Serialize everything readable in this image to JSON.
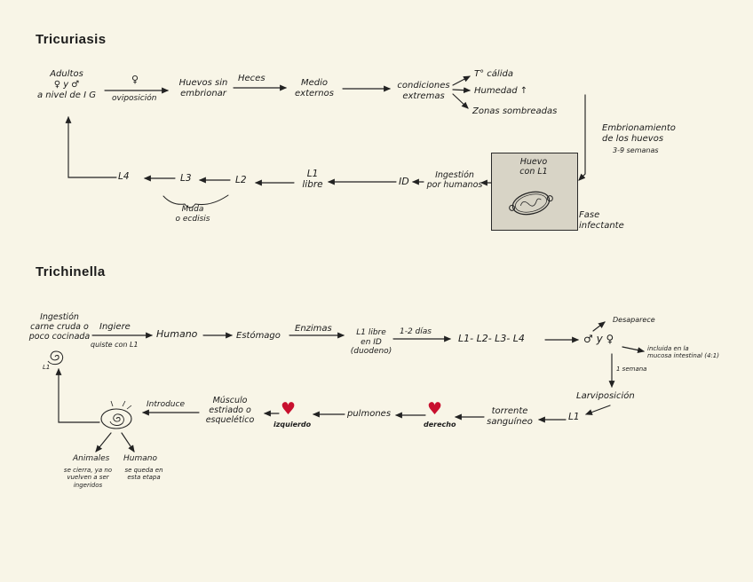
{
  "colors": {
    "background": "#f8f5e7",
    "ink": "#222222",
    "heart": "#c8102e",
    "box_fill": "#d8d4c6"
  },
  "tricuriasis": {
    "title": "Tricuriasis",
    "adultos": "Adultos\n♀ y ♂\na nivel de I G",
    "hembra": "♀",
    "oviposicion": "oviposición",
    "huevos_sin_embrionar": "Huevos sin\nembrionar",
    "heces": "Heces",
    "medio_externos": "Medio\nexternos",
    "condiciones_extremas": "condiciones\nextremas",
    "t_calida": "T° cálida",
    "humedad": "Humedad ↑",
    "zonas_sombreadas": "Zonas sombreadas",
    "embrionamiento": "Embrionamiento\nde los huevos",
    "semanas": "3-9 semanas",
    "huevo_box": "Huevo\ncon L1",
    "fase_infectante": "Fase\ninfectante",
    "ingestion": "Ingestión\npor humanos",
    "id": "ID",
    "l1_libre": "L1\nlibre",
    "l2": "L2",
    "l3": "L3",
    "l4": "L4",
    "muda": "Muda\no ecdisis"
  },
  "trichinella": {
    "title": "Trichinella",
    "inicio": "Ingestión\ncarne cruda o\npoco cocinada",
    "inicio_l1": "L1",
    "ingiere": "Ingiere",
    "quiste": "quiste con L1",
    "humano": "Humano",
    "estomago": "Estómago",
    "enzimas": "Enzimas",
    "l1_id": "L1 libre\nen ID\n(duodeno)",
    "dias": "1-2 días",
    "stages": "L1- L2- L3- L4",
    "sexos": "♂ y ♀",
    "desaparece": "Desaparece",
    "mucosa": "incluida en la\nmucosa intestinal (4:1)",
    "semana": "1 semana",
    "larviposicion": "Larviposición",
    "l1": "L1",
    "torrente": "torrente\nsanguíneo",
    "heart": "♥",
    "derecho": "derecho",
    "pulmones": "pulmones",
    "izquierdo": "izquierdo",
    "musculo": "Músculo\nestriado o\nesquelético",
    "introduce": "Introduce",
    "animales": "Animales",
    "animales_sub": "se cierra, ya no\nvuelven a ser\ningeridos",
    "humano2": "Humano",
    "humano2_sub": "se queda en\nesta etapa"
  }
}
